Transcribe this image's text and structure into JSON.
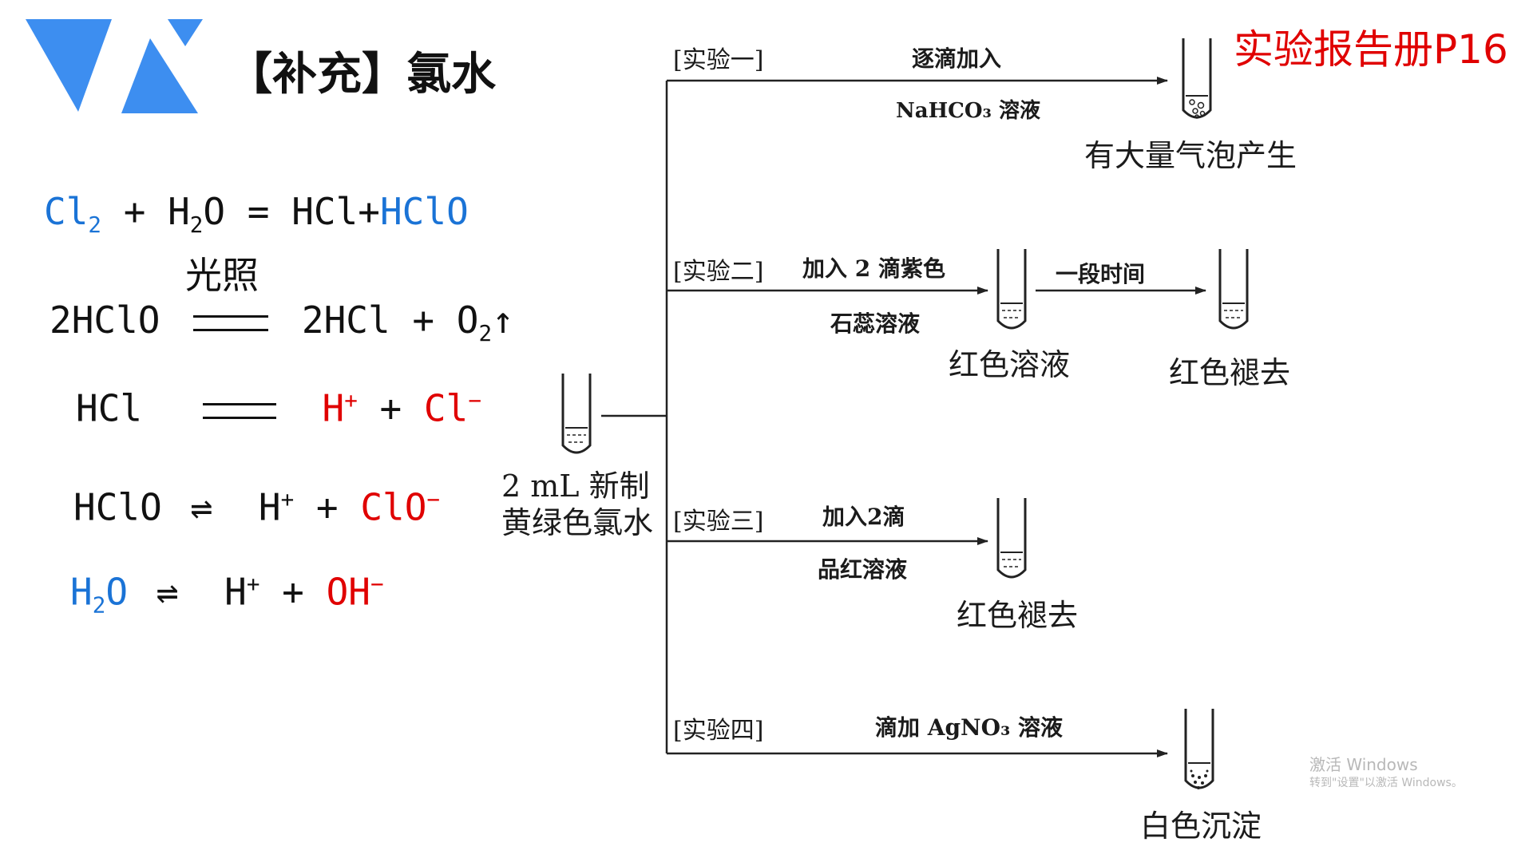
{
  "header": {
    "title": "【补充】氯水",
    "reference": "实验报告册P16"
  },
  "equations": {
    "eq1": {
      "left": "Cl",
      "sub1": "2",
      "mid": " + H",
      "sub2": "2",
      "o": "O = HCl+",
      "product": "HClO"
    },
    "eq2": {
      "reactant": "2HClO",
      "condition": "光照",
      "product": "2HCl + O",
      "sub": "2",
      "arrow": "↑"
    },
    "eq3": {
      "reactant": "HCl",
      "ion1": "H",
      "ion1_charge": "+",
      "plus": " + ",
      "ion2": "Cl",
      "ion2_charge": "−"
    },
    "eq4": {
      "reactant": "HClO",
      "arrow": "⇌",
      "ion1": "H",
      "ion1_charge": "+",
      "plus": " + ",
      "ion2": "ClO",
      "ion2_charge": "−"
    },
    "eq5": {
      "reactant_h": "H",
      "sub": "2",
      "reactant_o": "O",
      "arrow": "⇌",
      "ion1": "H",
      "ion1_charge": "+",
      "plus": " + ",
      "ion2": "OH",
      "ion2_charge": "−"
    }
  },
  "diagram": {
    "source_line1": "2 mL 新制",
    "source_line2": "黄绿色氯水",
    "experiments": [
      {
        "name": "[实验一]",
        "reagent_top": "逐滴加入",
        "reagent_bottom": "NaHCO₃ 溶液",
        "result": "有大量气泡产生"
      },
      {
        "name": "[实验二]",
        "reagent_top": "加入 2 滴紫色",
        "reagent_bottom": "石蕊溶液",
        "result": "红色溶液",
        "step2_label": "一段时间",
        "result2": "红色褪去"
      },
      {
        "name": "[实验三]",
        "reagent_top": "加入2滴",
        "reagent_bottom": "品红溶液",
        "result": "红色褪去"
      },
      {
        "name": "[实验四]",
        "reagent_top": "滴加 AgNO₃ 溶液",
        "result": "白色沉淀"
      }
    ]
  },
  "watermark": {
    "line1": "激活 Windows",
    "line2": "转到\"设置\"以激活 Windows。"
  },
  "colors": {
    "logo": "#3d8ef0",
    "blue": "#1a73d6",
    "red": "#e00000"
  }
}
